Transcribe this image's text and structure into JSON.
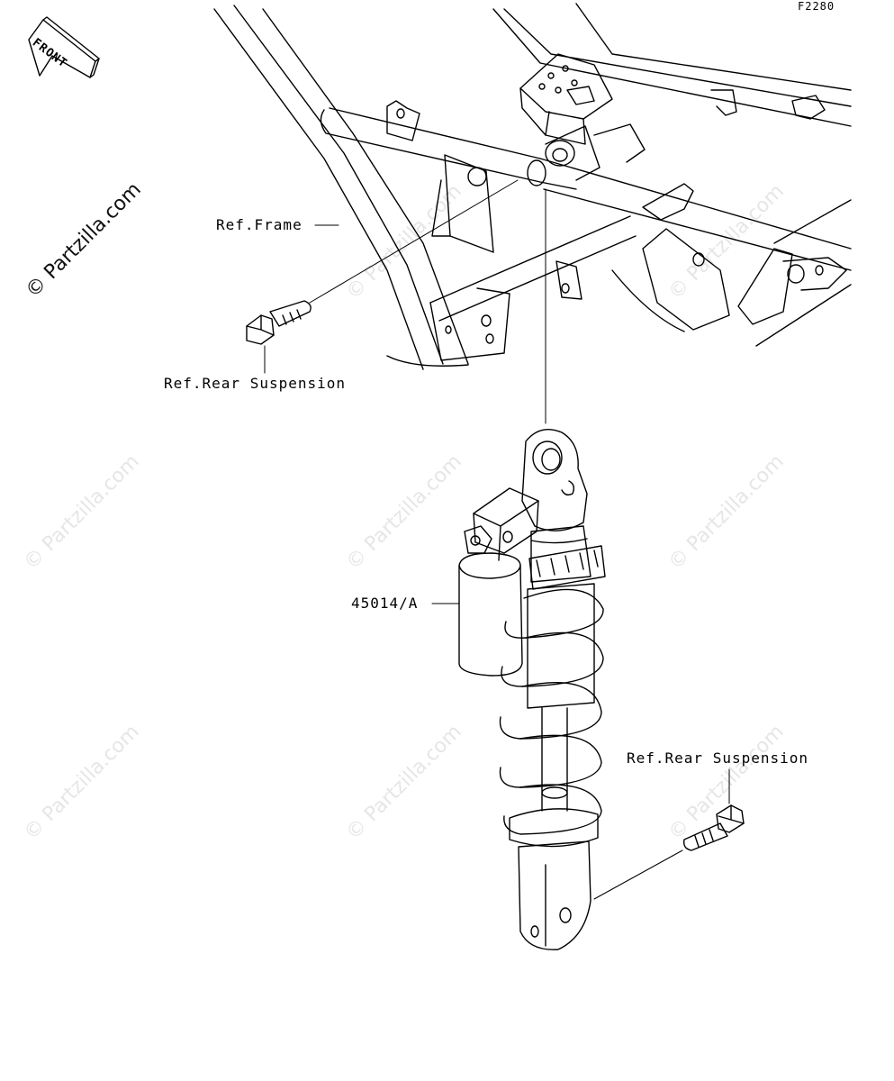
{
  "diagram_code": "F2280",
  "front_arrow_label": "FRONT",
  "callouts": {
    "frame": "Ref.Frame",
    "rear_suspension_top": "Ref.Rear Suspension",
    "shock_part_number": "45014/A",
    "rear_suspension_bottom": "Ref.Rear Suspension"
  },
  "watermark_main": "© Partzilla.com",
  "watermark_faint": "© Partzilla.com"
}
